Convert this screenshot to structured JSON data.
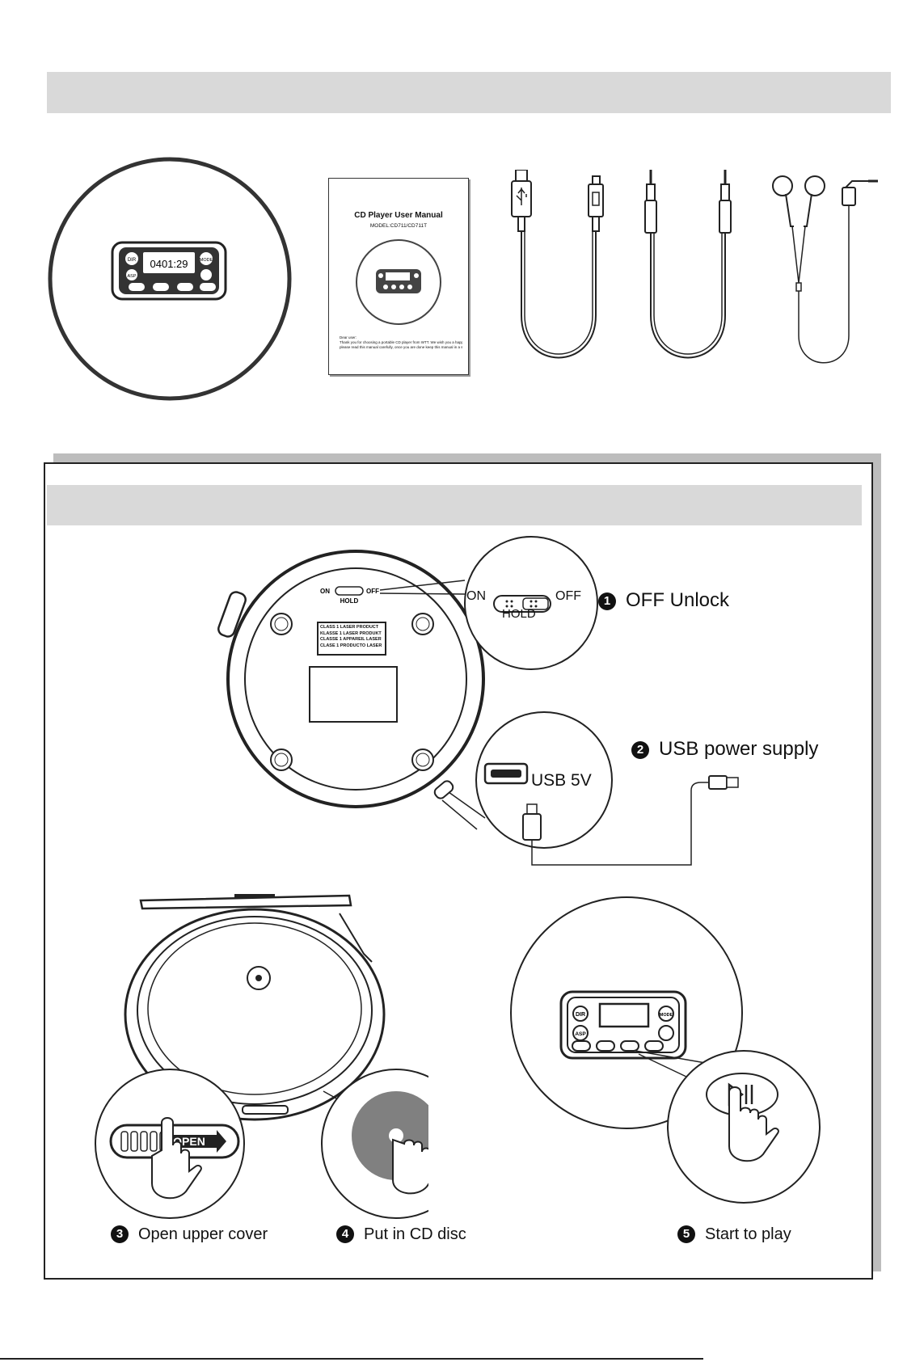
{
  "manual": {
    "title": "CD Player User Manual",
    "model": "MODEL:CD711/CD711T",
    "dear_user": "Dear user:",
    "intro_line1": "Thank you for choosing a portable CD player from WTT. We wish you a happy experience,",
    "intro_line2": "please read this manual carefully, once you are done keep this manual in a safe place for your use."
  },
  "remote": {
    "dir": "DIR",
    "mode": "MODE",
    "asp": "ASP",
    "display": "0401:29"
  },
  "laser_label": [
    "CLASS 1 LASER PRODUCT",
    "KLASSE 1 LASER PRODUKT",
    "CLASSE 1 APPAREIL LASER",
    "CLASE 1 PRODUCTO LASER"
  ],
  "hold_switch": {
    "on": "ON",
    "off": "OFF",
    "hold": "HOLD"
  },
  "usb_port": "USB 5V",
  "open_label": "OPEN",
  "steps": [
    {
      "num": "1",
      "text": "OFF Unlock"
    },
    {
      "num": "2",
      "text": "USB power supply"
    },
    {
      "num": "3",
      "text": "Open upper cover"
    },
    {
      "num": "4",
      "text": "Put in CD disc"
    },
    {
      "num": "5",
      "text": "Start to play"
    }
  ]
}
